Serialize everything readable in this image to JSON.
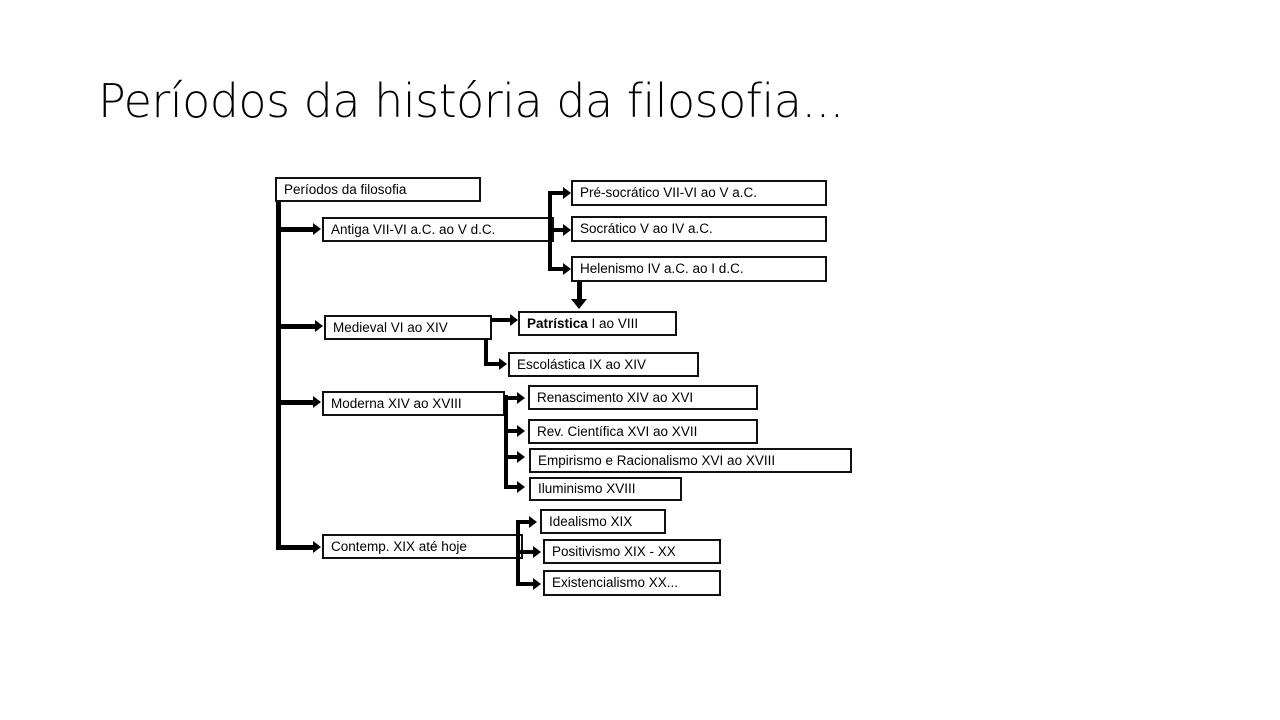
{
  "slide": {
    "title": "Períodos da história da filosofia..."
  },
  "diagram": {
    "root": "Períodos da filosofia",
    "antiga": {
      "label": "Antiga VII-VI a.C. ao V d.C.",
      "children": [
        "Pré-socrático VII-VI ao V a.C.",
        "Socrático V ao IV a.C.",
        "Helenismo IV a.C. ao I d.C."
      ]
    },
    "medieval": {
      "label": "Medieval VI ao XIV",
      "patristica_bold": "Patrística",
      "patristica_rest": " I ao VIII",
      "escolastica": "Escolástica IX ao XIV"
    },
    "moderna": {
      "label": "Moderna XIV ao XVIII",
      "children": [
        "Renascimento XIV ao XVI",
        "Rev. Científica XVI ao XVII",
        "Empirismo e Racionalismo XVI ao XVIII",
        "Iluminismo XVIII"
      ]
    },
    "contemporanea": {
      "label": "Contemp. XIX até hoje",
      "children": [
        "Idealismo XIX",
        "Positivismo XIX - XX",
        "Existencialismo XX..."
      ]
    }
  }
}
